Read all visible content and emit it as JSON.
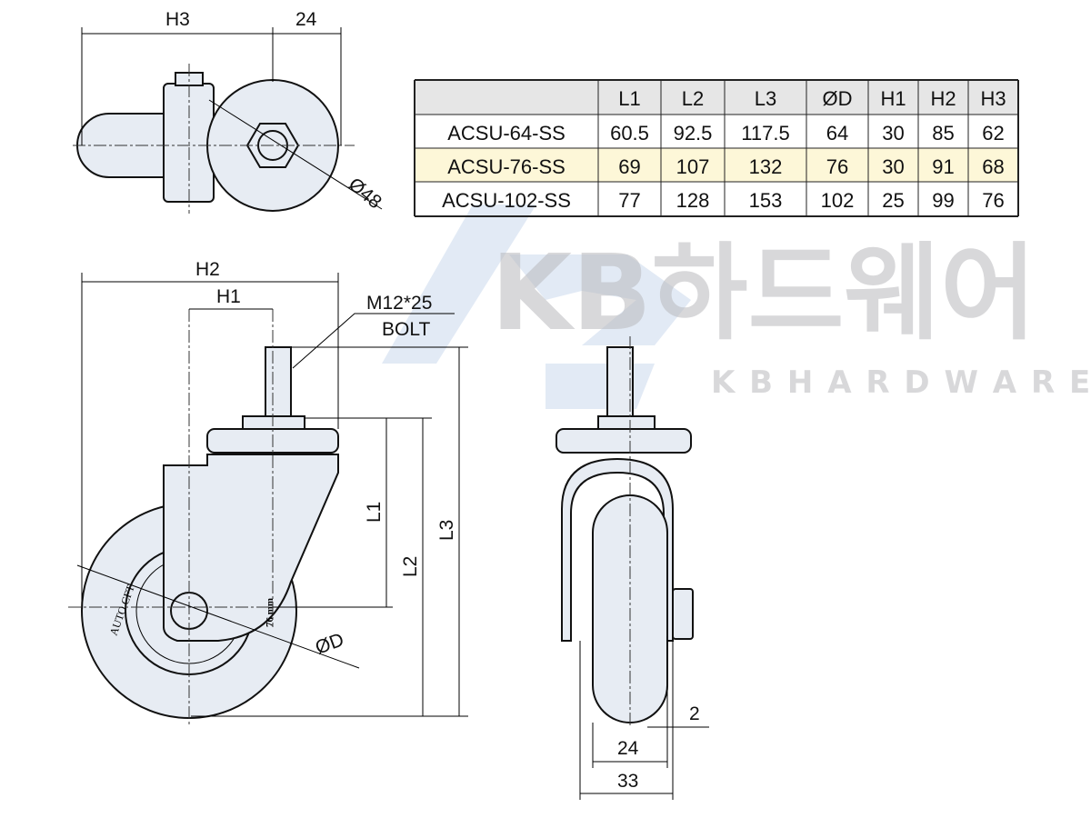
{
  "title": "ACSU caster dimension drawing",
  "watermark": {
    "main": "KB하드웨어",
    "sub": "K B  H A R D W A R E",
    "logo": "KB"
  },
  "top_view": {
    "dims": {
      "h3": "H3",
      "w24": "24",
      "dia": "Ø48"
    }
  },
  "side_view": {
    "dims": {
      "h2": "H2",
      "h1": "H1",
      "bolt_spec": "M12*25",
      "bolt_label": "BOLT",
      "l1": "L1",
      "l2": "L2",
      "l3": "L3",
      "od": "ØD"
    },
    "wheel_text": {
      "brand": "AUTO CFT",
      "size": "76 mm"
    }
  },
  "front_view": {
    "dims": {
      "gap": "2",
      "w24": "24",
      "w33": "33"
    }
  },
  "table": {
    "headers": [
      "",
      "L1",
      "L2",
      "L3",
      "ØD",
      "H1",
      "H2",
      "H3"
    ],
    "rows": [
      [
        "ACSU-64-SS",
        "60.5",
        "92.5",
        "117.5",
        "64",
        "30",
        "85",
        "62"
      ],
      [
        "ACSU-76-SS",
        "69",
        "107",
        "132",
        "76",
        "30",
        "91",
        "68"
      ],
      [
        "ACSU-102-SS",
        "77",
        "128",
        "153",
        "102",
        "25",
        "99",
        "76"
      ]
    ],
    "highlight_row": 1,
    "colors": {
      "header": "#e6e6e6",
      "highlight": "#fdf7d8"
    }
  }
}
